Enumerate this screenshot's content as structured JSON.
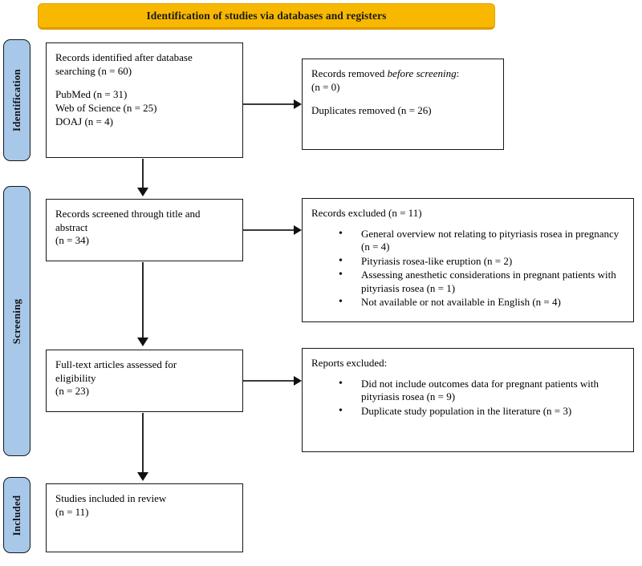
{
  "banner": {
    "title": "Identification of studies via databases and registers",
    "color": "#f8b800"
  },
  "stages": {
    "color": "#a8c8ea",
    "identification": "Identification",
    "screening": "Screening",
    "included": "Included"
  },
  "boxes": {
    "identified": {
      "line1": "Records identified after database",
      "line2": "searching (n = 60)",
      "source1": "PubMed (n = 31)",
      "source2": "Web of Science (n = 25)",
      "source3": "DOAJ (n = 4)"
    },
    "removed": {
      "title_prefix": "Records removed ",
      "title_italic": "before screening",
      "title_suffix": ":",
      "count": "(n = 0)",
      "duplicates": "Duplicates removed (n = 26)"
    },
    "screened": {
      "line1": "Records screened through title and",
      "line2": "abstract",
      "count": "(n = 34)"
    },
    "records_excluded": {
      "title": "Records excluded (n = 11)",
      "items": [
        "General overview not relating to pityriasis rosea in pregnancy (n = 4)",
        "Pityriasis rosea-like eruption (n = 2)",
        "Assessing anesthetic considerations in pregnant patients with pityriasis rosea (n = 1)",
        "Not available or not available in English (n = 4)"
      ]
    },
    "fulltext": {
      "line1": "Full-text articles assessed for",
      "line2": "eligibility",
      "count": "(n = 23)"
    },
    "reports_excluded": {
      "title": "Reports excluded:",
      "items": [
        "Did not include outcomes data for pregnant patients with pityriasis rosea (n = 9)",
        "Duplicate study population in the literature (n = 3)"
      ]
    },
    "included": {
      "line1": "Studies included in review",
      "count": "(n = 11)"
    }
  }
}
